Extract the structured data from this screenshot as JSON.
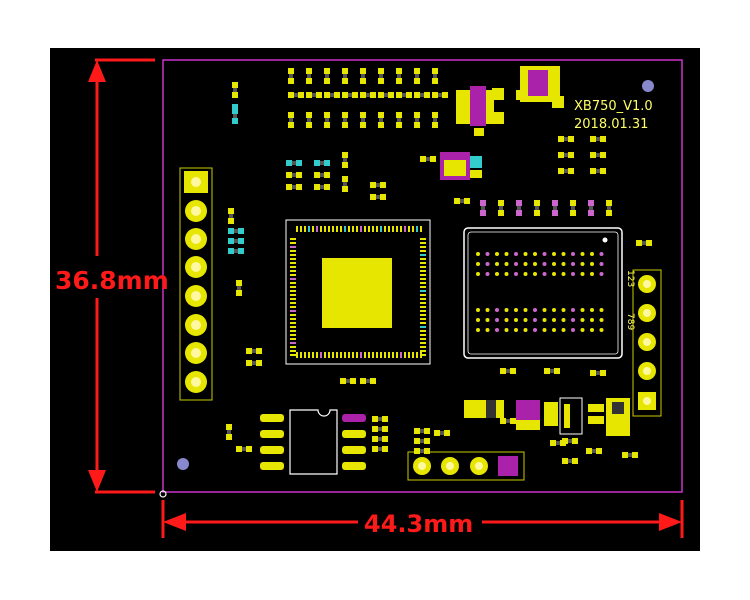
{
  "board": {
    "label": "XB750_V1.0",
    "date": "2018.01.31"
  },
  "dimensions": {
    "height_label": "36.8mm",
    "width_label": "44.3mm"
  },
  "connector_labels": {
    "top": "123",
    "bottom": "789"
  },
  "colors": {
    "background": "#000000",
    "outline": "#cc33cc",
    "pad": "#e6e600",
    "dimension": "#ff1a1a",
    "accent_cyan": "#33cccc",
    "accent_magenta": "#aa22aa",
    "silkscreen": "#ffff66"
  }
}
